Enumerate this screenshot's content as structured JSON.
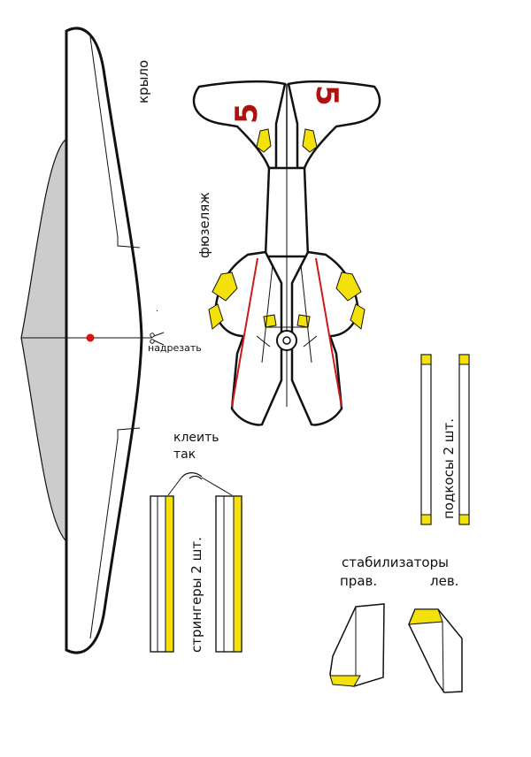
{
  "labels": {
    "wing": "крыло",
    "fuselage": "фюзеляж",
    "cut": "надрезать",
    "glue_line1": "клеить",
    "glue_line2": "так",
    "stringers": "стрингеры 2 шт.",
    "struts": "подкосы 2 шт.",
    "stabilizers": "стабилизаторы",
    "right": "прав.",
    "left": "лев."
  },
  "markings": {
    "number_left": "5",
    "number_right": "5"
  },
  "colors": {
    "outline": "#111111",
    "fill": "#ffffff",
    "grey": "#cccccc",
    "yellow": "#f5e10a",
    "red_number": "#b01010",
    "red_line": "#cc1a1a",
    "red_dot": "#e01010"
  },
  "icons": [
    "scissors-icon"
  ]
}
